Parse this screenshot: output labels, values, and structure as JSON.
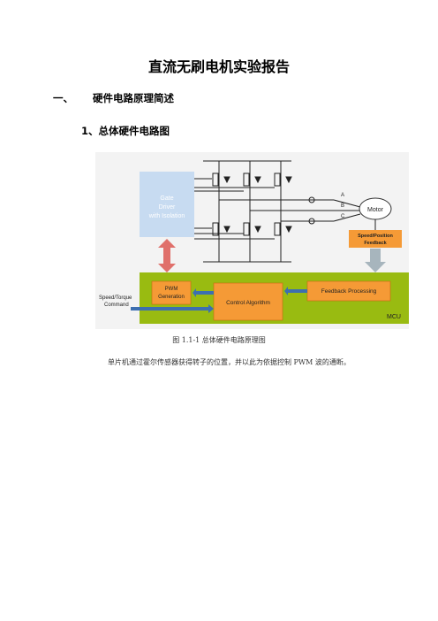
{
  "document": {
    "title": "直流无刷电机实验报告",
    "section1": {
      "number": "一、",
      "heading": "硬件电路原理简述"
    },
    "subsection1": {
      "heading": "1、总体硬件电路图"
    },
    "figure_caption": "图  1.1-1 总体硬件电路原理图",
    "paragraph": "单片机通过霍尔传感器获得转子的位置，并以此为依据控制 PWM 波的通断。"
  },
  "diagram": {
    "gate_driver": [
      "Gate",
      "Driver",
      "with Isolation"
    ],
    "motor": "Motor",
    "phases": [
      "A",
      "B",
      "C"
    ],
    "speed_position": [
      "Speed/Position",
      "Feedback"
    ],
    "pwm": [
      "PWM",
      "Generation"
    ],
    "control": "Control Algorithm",
    "feedback": "Feedback Processing",
    "command": [
      "Speed/Torque",
      "Command"
    ],
    "mcu": "MCU",
    "colors": {
      "green": "#99bb11",
      "orange": "#f59a36",
      "blue_box": "#c7dbf1",
      "arrow_red": "#e0706b",
      "arrow_grey": "#a7b5bd"
    }
  }
}
